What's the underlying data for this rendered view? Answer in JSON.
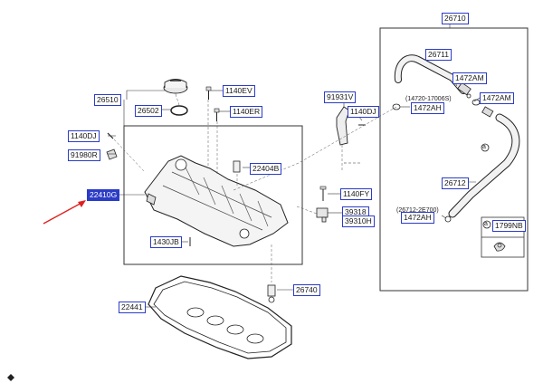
{
  "labels": {
    "p26710": "26710",
    "p26711": "26711",
    "p1472am_a": "1472AM",
    "p1472am_b": "1472AM",
    "p1472ah_a": "1472AH",
    "p1472ah_b": "1472AH",
    "p26712": "26712",
    "p1799nb": "1799NB",
    "p26510": "26510",
    "p26502": "26502",
    "p1140ev": "1140EV",
    "p1140er": "1140ER",
    "p91931v": "91931V",
    "p1140dj_a": "1140DJ",
    "p1140dj_b": "1140DJ",
    "p91980r": "91980R",
    "p22404b": "22404B",
    "p22410g": "22410G",
    "p1140fy": "1140FY",
    "p39318": "39318",
    "p39310h": "39310H",
    "p1430jb": "1430JB",
    "p26740": "26740",
    "p22441": "22441"
  },
  "notes": {
    "note_a": "(14720-17006S)",
    "note_b": "(26712-2E700)",
    "circle_a1": "a",
    "circle_a2": "a"
  },
  "highlight": {
    "part": "22410G",
    "arrow_color": "#e02020"
  },
  "colors": {
    "label_border": "#2b3cc7",
    "line": "#333333"
  }
}
